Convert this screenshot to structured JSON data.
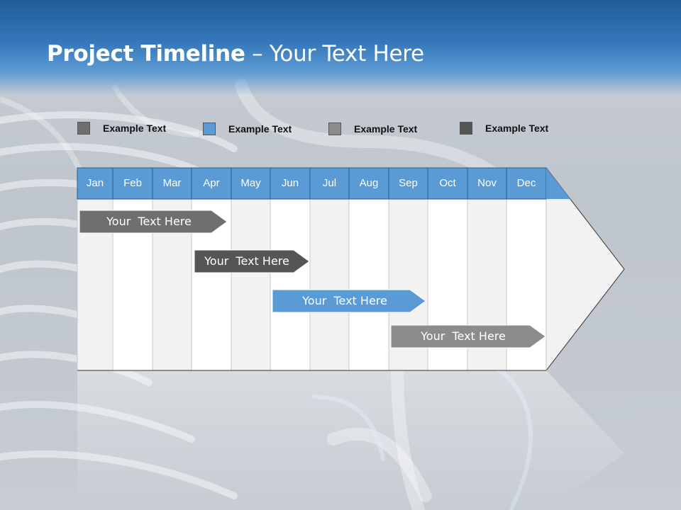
{
  "title": {
    "bold": "Project Timeline",
    "dash": " – ",
    "rest": "Your Text Here"
  },
  "legend": [
    {
      "label": "Example Text",
      "color": "#6f6f6f"
    },
    {
      "label": "Example Text",
      "color": "#5b9bd5"
    },
    {
      "label": "Example Text",
      "color": "#8c8c8c"
    },
    {
      "label": "Example Text",
      "color": "#555555"
    }
  ],
  "months": [
    "Jan",
    "Feb",
    "Mar",
    "Apr",
    "May",
    "Jun",
    "Jul",
    "Aug",
    "Sep",
    "Oct",
    "Nov",
    "Dec"
  ],
  "tasks": [
    {
      "label": "Your  Text Here",
      "color": "#6f6f6f"
    },
    {
      "label": "Your  Text Here",
      "color": "#555555"
    },
    {
      "label": "Your  Text Here",
      "color": "#5b9bd5"
    },
    {
      "label": "Your  Text Here",
      "color": "#8c8c8c"
    }
  ],
  "colors": {
    "header_blue": "#2f6fb0",
    "month_header": "#5b9bd5",
    "column_light": "#f2f2f2",
    "column_white": "#ffffff",
    "arrow_fill": "#f2f2f2"
  }
}
